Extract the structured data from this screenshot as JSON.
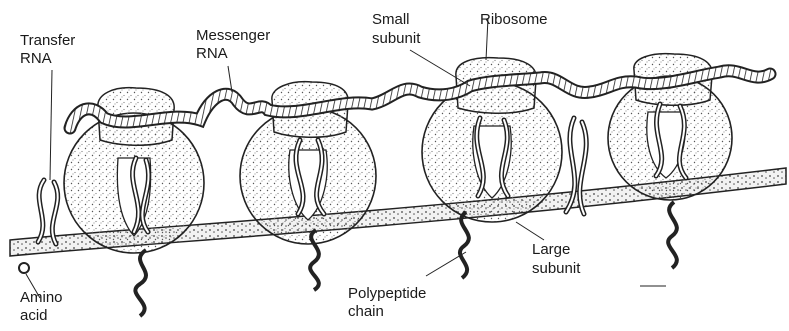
{
  "labels": {
    "transfer_rna": [
      "Transfer",
      "RNA"
    ],
    "messenger_rna": [
      "Messenger",
      "RNA"
    ],
    "small_subunit": [
      "Small",
      "subunit"
    ],
    "ribosome": "Ribosome",
    "large_subunit": [
      "Large",
      "subunit"
    ],
    "polypeptide_chain": [
      "Polypeptide",
      "chain"
    ],
    "amino_acid": [
      "Amino",
      "acid"
    ]
  }
}
